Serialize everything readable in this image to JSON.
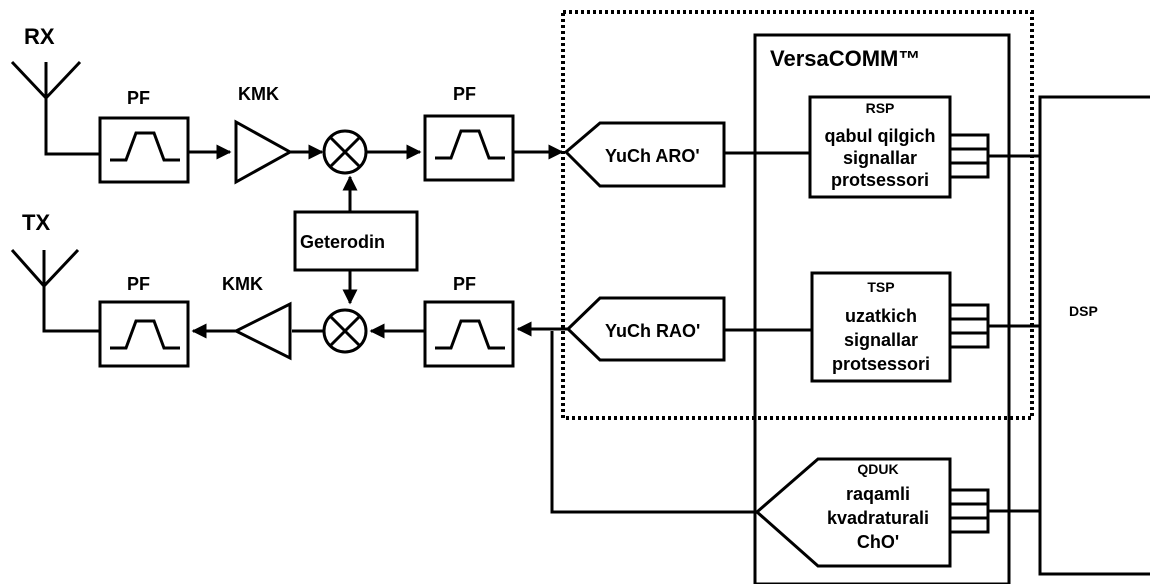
{
  "antennas": {
    "rx_label": "RX",
    "tx_label": "TX"
  },
  "rx_chain": {
    "filter1_label": "PF",
    "amp_label": "KMK",
    "filter2_label": "PF"
  },
  "tx_chain": {
    "filter1_label": "PF",
    "amp_label": "KMK",
    "filter2_label": "PF"
  },
  "oscillator": {
    "label": "Geterodin"
  },
  "adc": {
    "label": "YuCh ARO'"
  },
  "dac": {
    "label": "YuCh RAO'"
  },
  "versacomm": {
    "title": "VersaCOMM™"
  },
  "rsp": {
    "title": "RSP",
    "lines": [
      "qabul qilgich",
      "signallar",
      "protsessori"
    ]
  },
  "tsp": {
    "title": "TSP",
    "lines": [
      "uzatkich",
      "signallar",
      "protsessori"
    ]
  },
  "qduk": {
    "title": "QDUK",
    "lines": [
      "raqamli",
      "kvadraturali",
      "ChO'"
    ]
  },
  "dsp": {
    "label": "DSP"
  }
}
